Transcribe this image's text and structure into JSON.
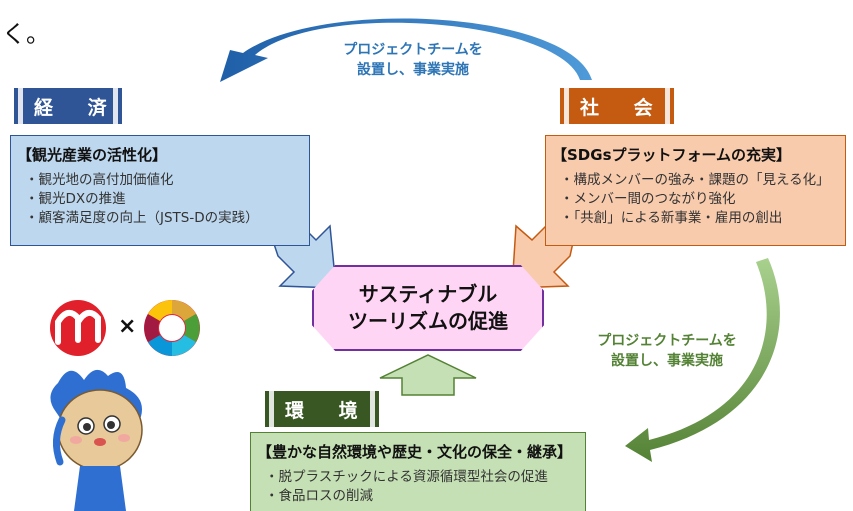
{
  "top_text": "く。",
  "loop_arrows": {
    "blue_label": [
      "プロジェクトチームを",
      "設置し、事業実施"
    ],
    "green_label": [
      "プロジェクトチームを",
      "設置し、事業実施"
    ]
  },
  "economy": {
    "tag": "経 済",
    "title": "【観光産業の活性化】",
    "items": [
      "・観光地の高付加価値化",
      "・観光DXの推進",
      "・顧客満足度の向上（JSTS-Dの実践）"
    ]
  },
  "society": {
    "tag": "社 会",
    "title": "【SDGsプラットフォームの充実】",
    "items": [
      "・構成メンバーの強み・課題の「見える化」",
      "・メンバー間のつながり強化",
      "・「共創」による新事業・雇用の創出"
    ]
  },
  "environment": {
    "tag": "環 境",
    "title": "【豊かな自然環境や歴史・文化の保全・継承】",
    "items": [
      "・脱プラスチックによる資源循環型社会の促進",
      "・食品ロスの削減"
    ]
  },
  "center": {
    "line1": "サスティナブル",
    "line2": "ツーリズムの促進"
  },
  "logos": {
    "times": "×"
  },
  "colors": {
    "economy": "#2f5597",
    "society": "#c55a11",
    "environment": "#385723",
    "center_fill": "#ffd5f5",
    "center_border": "#7030a0"
  }
}
